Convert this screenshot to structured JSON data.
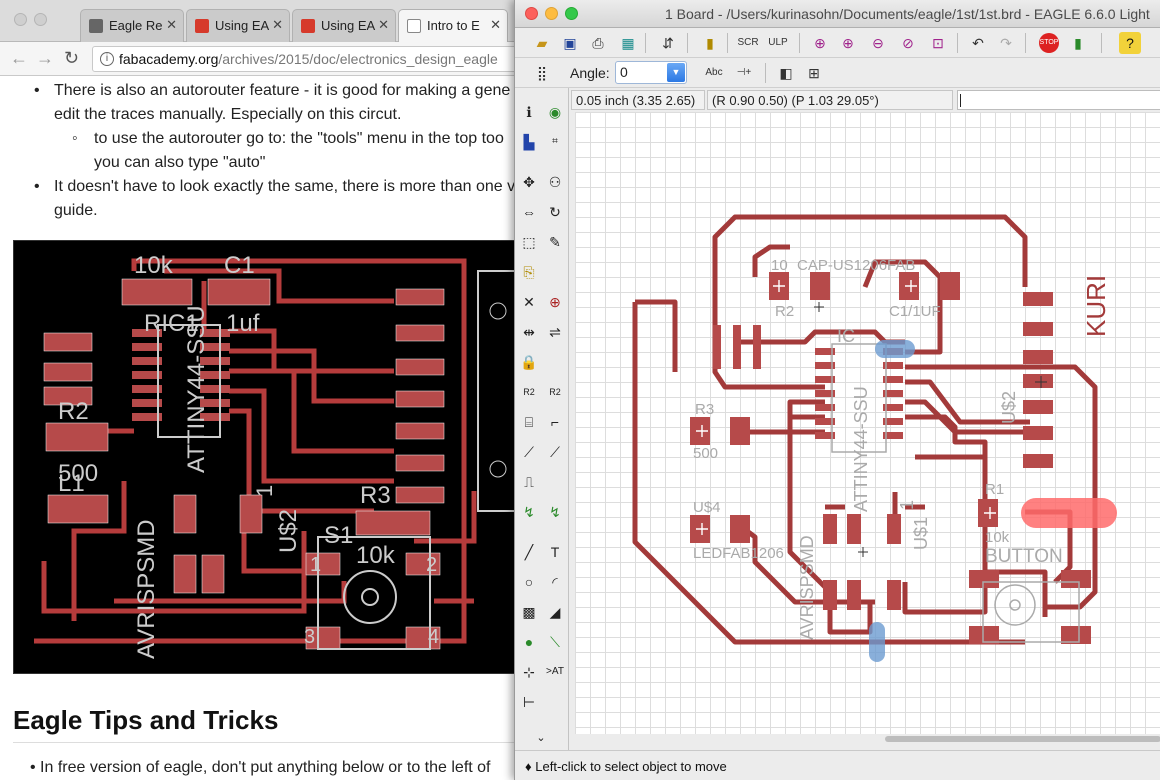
{
  "browser": {
    "tabs": [
      {
        "label": "Eagle Re",
        "icon": "book-icon"
      },
      {
        "label": "Using EA",
        "icon": "pdf-icon"
      },
      {
        "label": "Using EA",
        "icon": "pdf-icon"
      },
      {
        "label": "Intro to E",
        "icon": "document-icon"
      }
    ],
    "tab_close": "✕",
    "url_host": "fabacademy.org",
    "url_path": "/archives/2015/doc/electronics_design_eagle",
    "content": {
      "bullets": [
        {
          "text": "There is also an autorouter feature - it is good for making a gene"
        },
        {
          "text": "edit the traces manually. Especially on this circut."
        }
      ],
      "sub_bullets": [
        "to use the autorouter go to: the \"tools\" menu in the top too",
        "you can also type \"auto\""
      ],
      "bullet3_line1": "It doesn't have to look exactly the same, there is more than one v",
      "bullet3_line2": "guide.",
      "image_labels": {
        "r_10k": "10k",
        "c1": "C1",
        "c1_val": "1uf",
        "ric1": "RIC1",
        "r2": "R2",
        "r2_val": "500",
        "l1": "L1",
        "ic_name": "ATTINY44-SSU",
        "r3": "R3",
        "r3_val": "10k",
        "s1": "S1",
        "us2": "U$2",
        "avr": "AVRISPSMD",
        "pin1": "1",
        "pin2": "2",
        "pin3": "3",
        "pin4": "4",
        "one": "1"
      },
      "heading": "Eagle Tips and Tricks",
      "last_bullet": "In free version of eagle, don't put anything below or to the left of"
    }
  },
  "eagle": {
    "title": "1 Board - /Users/kurinasohn/Documents/eagle/1st/1st.brd - EAGLE 6.6.0 Light",
    "angle_label": "Angle:",
    "angle_value": "0",
    "coord_grid": "0.05 inch (3.35 2.65)",
    "coord_rel": "(R 0.90 0.50) (P 1.03 29.05°)",
    "status_text": "Left-click to select object to move",
    "board_labels": {
      "cap": "CAP-US1206FAB",
      "r10": "10",
      "r2": "R2",
      "c1": "C1/1UF",
      "ic": "IC",
      "ic_part": "ATTINY44-SSU",
      "r3": "R3",
      "r3_val": "500",
      "us4": "U$4",
      "led": "LEDFAB1206",
      "avr": "AVRISPSMD",
      "us1": "U$1",
      "one": "1",
      "r1": "R1",
      "r1_val": "10k",
      "button": "BUTTON",
      "us2": "U$2",
      "kuri": "KURI"
    }
  },
  "colors": {
    "trace": "#a33a3a",
    "pad": "#b64a4a",
    "silk": "#aaaaaa",
    "highlight_red": "#ff6b6b",
    "highlight_blue": "#6b9bd1"
  }
}
